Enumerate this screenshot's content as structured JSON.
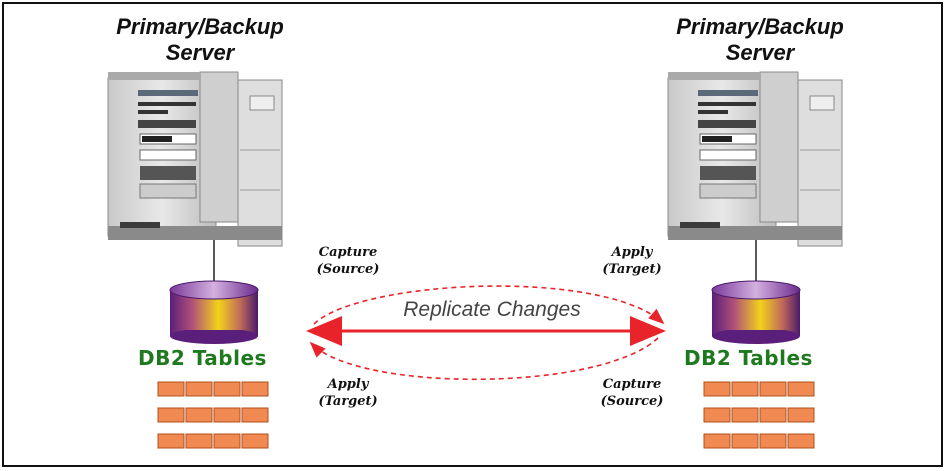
{
  "left": {
    "server_title_line1": "Primary/Backup",
    "server_title_line2": "Server",
    "db_label": "DB2 Tables",
    "top_label_line1": "Capture",
    "top_label_line2": "(Source)",
    "bottom_label_line1": "Apply",
    "bottom_label_line2": "(Target)"
  },
  "right": {
    "server_title_line1": "Primary/Backup",
    "server_title_line2": "Server",
    "db_label": "DB2 Tables",
    "top_label_line1": "Apply",
    "top_label_line2": "(Target)",
    "bottom_label_line1": "Capture",
    "bottom_label_line2": "(Source)"
  },
  "center": {
    "replicate_label": "Replicate Changes"
  },
  "colors": {
    "arrow": "#e8232a",
    "db_label": "#1f7a1f",
    "brick": "#f08a52",
    "cylinder_top": "#6a2a8c",
    "cylinder_mid": "#f2d21a"
  }
}
